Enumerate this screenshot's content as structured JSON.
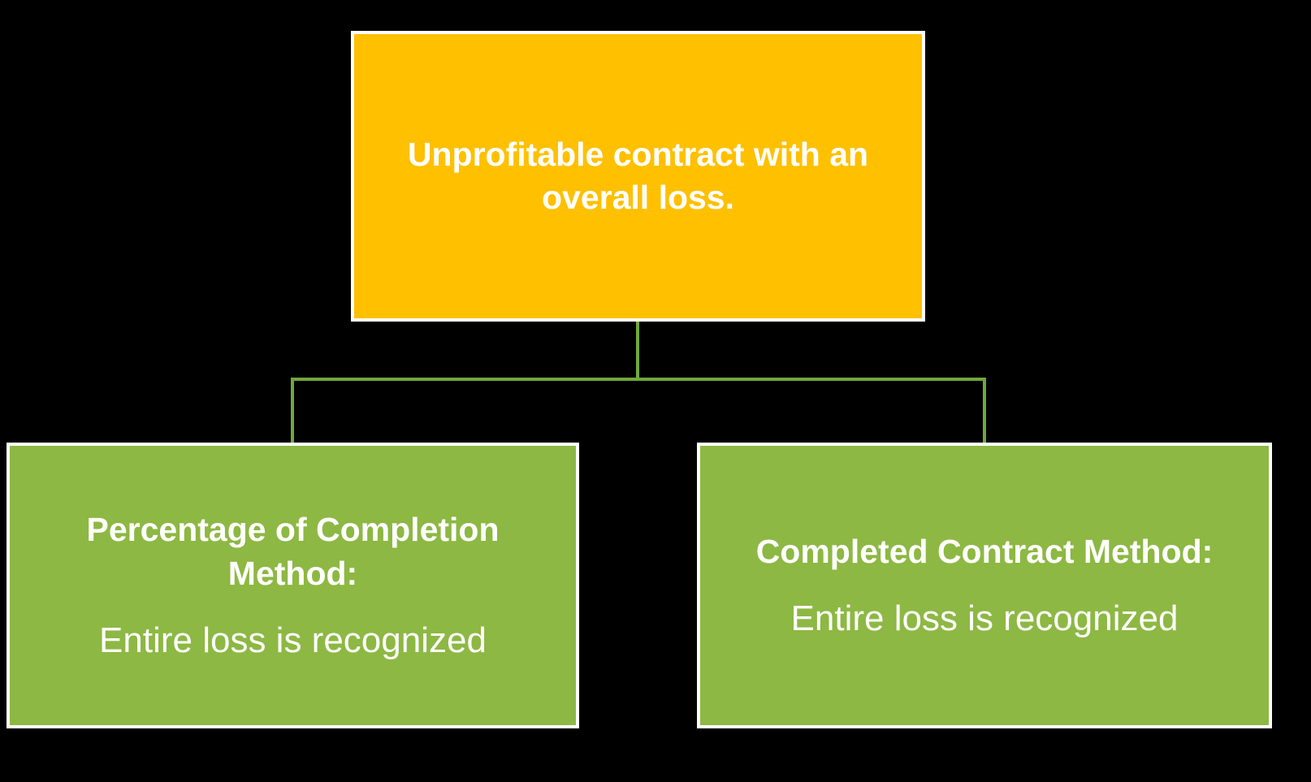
{
  "diagram": {
    "background_color": "#000000",
    "connector_color": "#6FA83C",
    "border_color": "#ffffff",
    "text_color": "#ffffff",
    "root": {
      "label": "Unprofitable contract with an overall loss.",
      "bg_color": "#FFC000"
    },
    "children": [
      {
        "title": "Percentage of Completion Method:",
        "body": "Entire loss is recognized",
        "bg_color": "#8DB843"
      },
      {
        "title": "Completed Contract Method:",
        "body": "Entire loss is recognized",
        "bg_color": "#8DB843"
      }
    ]
  }
}
